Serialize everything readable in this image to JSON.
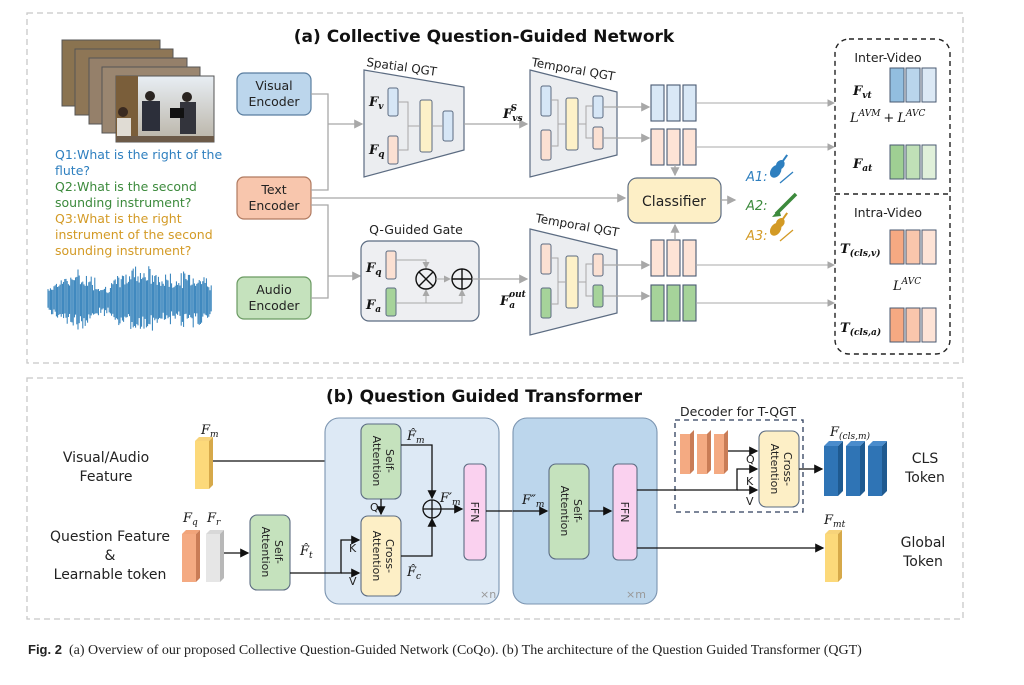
{
  "panel_a": {
    "title": "(a) Collective Question-Guided Network",
    "questions": [
      {
        "line1": "Q1:What is the right of the",
        "line2": "flute?"
      },
      {
        "line1": "Q2:What is the second",
        "line2": "sounding instrument?"
      },
      {
        "line1": "Q3:What is the right",
        "line2": "instrument of the second",
        "line3": "sounding instrument?"
      }
    ],
    "encoders": {
      "visual": [
        "Visual",
        "Encoder"
      ],
      "text": [
        "Text",
        "Encoder"
      ],
      "audio": [
        "Audio",
        "Encoder"
      ]
    },
    "spatial_qgt": {
      "label": "Spatial QGT",
      "f_v": "F",
      "f_v_sub": "v",
      "f_q": "F",
      "f_q_sub": "q"
    },
    "temporal_qgt_top": {
      "label": "Temporal QGT",
      "input": "F",
      "input_sub": "vs",
      "input_sup": "S"
    },
    "q_guided_gate": {
      "label": "Q-Guided Gate",
      "f_q": "F",
      "f_q_sub": "q",
      "f_a": "F",
      "f_a_sub": "a",
      "mult": "⊗",
      "add": "⊕"
    },
    "temporal_qgt_bottom": {
      "label": "Temporal QGT",
      "input": "F",
      "input_sub": "a",
      "input_sup": "out"
    },
    "classifier": "Classifier",
    "answers": [
      {
        "label": "A1:",
        "icon": "violin-icon",
        "color": "#2e7fbf"
      },
      {
        "label": "A2:",
        "icon": "clarinet-icon",
        "color": "#3c8a3c"
      },
      {
        "label": "A3:",
        "icon": "violin-icon",
        "color": "#d39a25"
      }
    ],
    "inter_video": {
      "label": "Inter-Video",
      "f_vt": "F",
      "f_vt_sub": "vt",
      "loss": "L",
      "loss_sup1": "AVM",
      "plus": "+",
      "loss2": "L",
      "loss_sup2": "AVC",
      "f_at": "F",
      "f_at_sub": "at"
    },
    "intra_video": {
      "label": "Intra-Video",
      "t_v": "T",
      "t_v_sub": "(cls,v)",
      "loss": "L",
      "loss_sup": "AVC",
      "t_a": "T",
      "t_a_sub": "(cls,a)"
    }
  },
  "panel_b": {
    "title": "(b) Question Guided Transformer",
    "visual_audio_feature": [
      "Visual/Audio",
      "Feature"
    ],
    "question_feature": [
      "Question Feature",
      "&",
      "Learnable token"
    ],
    "f_m": "F",
    "f_m_sub": "m",
    "f_q": "F",
    "f_q_sub": "q",
    "f_r": "F",
    "f_r_sub": "r",
    "self_attention": [
      "Self-",
      "Attention"
    ],
    "cross_attention": [
      "Cross-",
      "Attention"
    ],
    "ffn": "FFN",
    "f_t_hat": "F̂",
    "f_t_hat_sub": "t",
    "f_m_hat": "F̂",
    "f_m_hat_sub": "m",
    "f_c_hat": "F̂",
    "f_c_hat_sub": "c",
    "f_m_prime": "F′",
    "f_m_prime_sub": "m",
    "f_m_dprime": "F″",
    "f_m_dprime_sub": "m",
    "q": "Q",
    "k": "K",
    "v": "V",
    "repeat_n": "×n",
    "repeat_m": "×m",
    "decoder_label": "Decoder for T-QGT",
    "f_cls_m": "F",
    "f_cls_m_sub": "(cls,m)",
    "f_mt": "F",
    "f_mt_sub": "mt",
    "cls_token": [
      "CLS",
      "Token"
    ],
    "global_token": [
      "Global",
      "Token"
    ]
  },
  "caption": {
    "label": "Fig. 2",
    "text": "(a) Overview of our proposed Collective Question-Guided Network (CoQo). (b) The architecture of the Question Guided Transformer (QGT)"
  }
}
